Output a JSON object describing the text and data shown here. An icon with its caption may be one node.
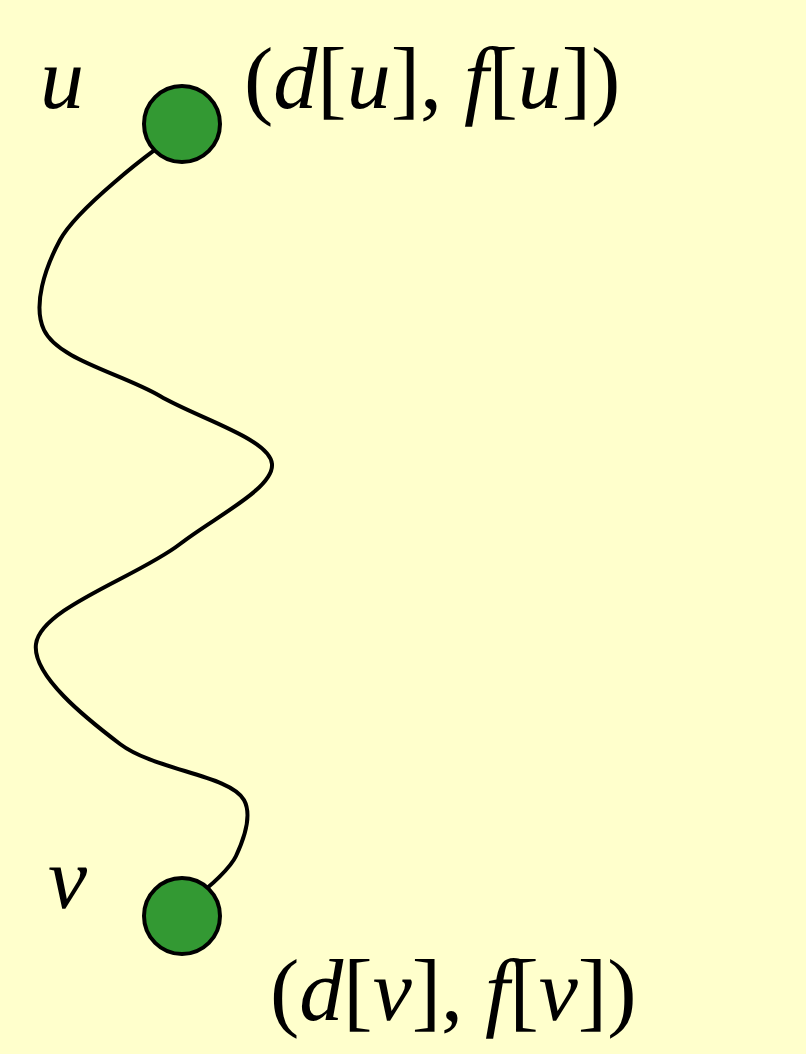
{
  "diagram": {
    "nodes": [
      {
        "text": [],
        "shape": "circle",
        "beside": [
          "u",
          "(*d*[*u*], *f*[*u*])"
        ]
      },
      {
        "text": [],
        "shape": "circle",
        "beside": [
          "v",
          "(*d*[*v*], *f*[*v*])"
        ]
      }
    ],
    "edges": [
      {
        "from": 0,
        "to": 1,
        "arrow": "none"
      }
    ]
  }
}
